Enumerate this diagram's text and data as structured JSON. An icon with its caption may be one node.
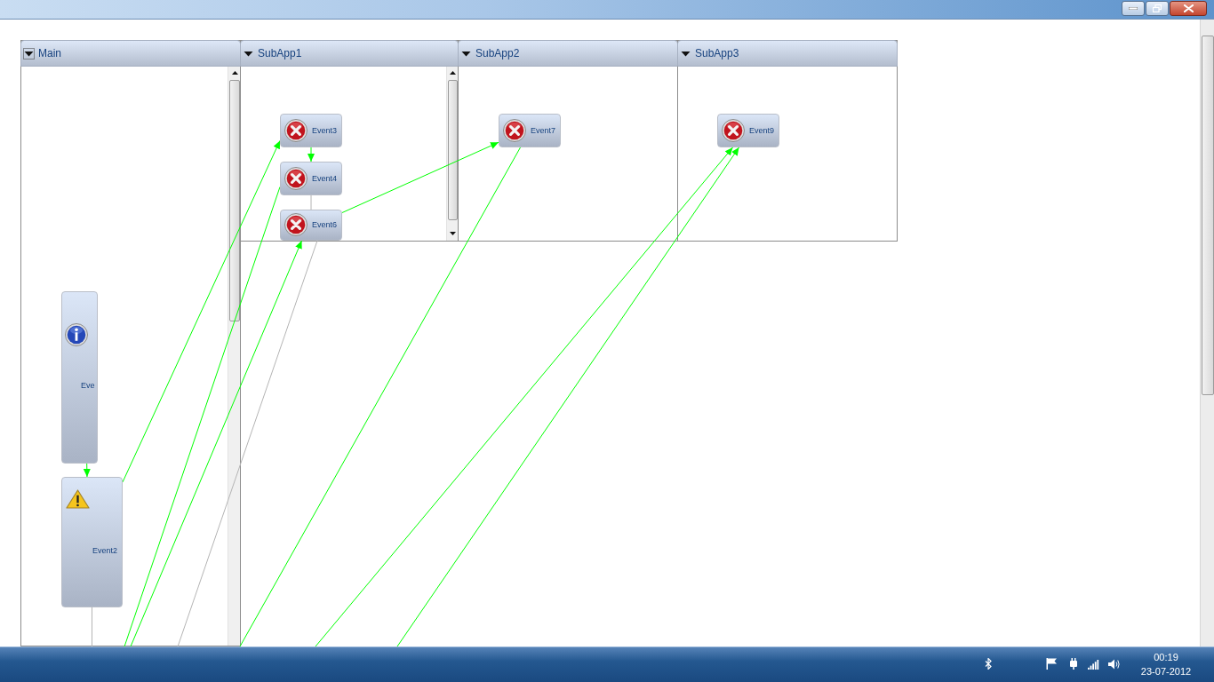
{
  "diagram": {
    "nodes": [
      {
        "text": [
          "Main"
        ]
      },
      {
        "text": [
          "SubApp1"
        ]
      },
      {
        "text": [
          "SubApp2"
        ]
      },
      {
        "text": [
          "SubApp3"
        ]
      },
      {
        "text": [
          "Eve"
        ],
        "in": 0
      },
      {
        "text": [
          "Event2"
        ],
        "in": 0
      },
      {
        "text": [
          "Event3"
        ],
        "in": 1
      },
      {
        "text": [
          "Event4"
        ],
        "in": 1
      },
      {
        "text": [
          "Event6"
        ],
        "in": 1
      },
      {
        "text": [
          "Event7"
        ],
        "in": 2
      },
      {
        "text": [
          "Event9"
        ],
        "in": 3
      }
    ],
    "edges": [
      {
        "from": 4,
        "to": 5,
        "arrow": "to"
      },
      {
        "from": 5,
        "to": 6,
        "arrow": "to"
      },
      {
        "from": 6,
        "to": 7,
        "arrow": "to"
      },
      {
        "from": 7,
        "to": 8,
        "arrow": "none",
        "color": "#b4b4b4"
      },
      {
        "from": 8,
        "to": 9,
        "arrow": "to"
      },
      {
        "from": 7,
        "to": 0,
        "arrow": "none"
      },
      {
        "from": 0,
        "to": 8,
        "arrow": "to"
      },
      {
        "from": 8,
        "to": 0,
        "arrow": "none",
        "color": "#b4b4b4"
      },
      {
        "from": 9,
        "to": 0,
        "arrow": "none"
      },
      {
        "from": null,
        "to": 10,
        "arrow": "to"
      },
      {
        "from": null,
        "to": 10,
        "arrow": "to"
      },
      {
        "from": 5,
        "to": null,
        "arrow": "none",
        "color": "#b4b4b4"
      }
    ],
    "labels": [
      "00:19",
      "23-07-2012"
    ]
  }
}
